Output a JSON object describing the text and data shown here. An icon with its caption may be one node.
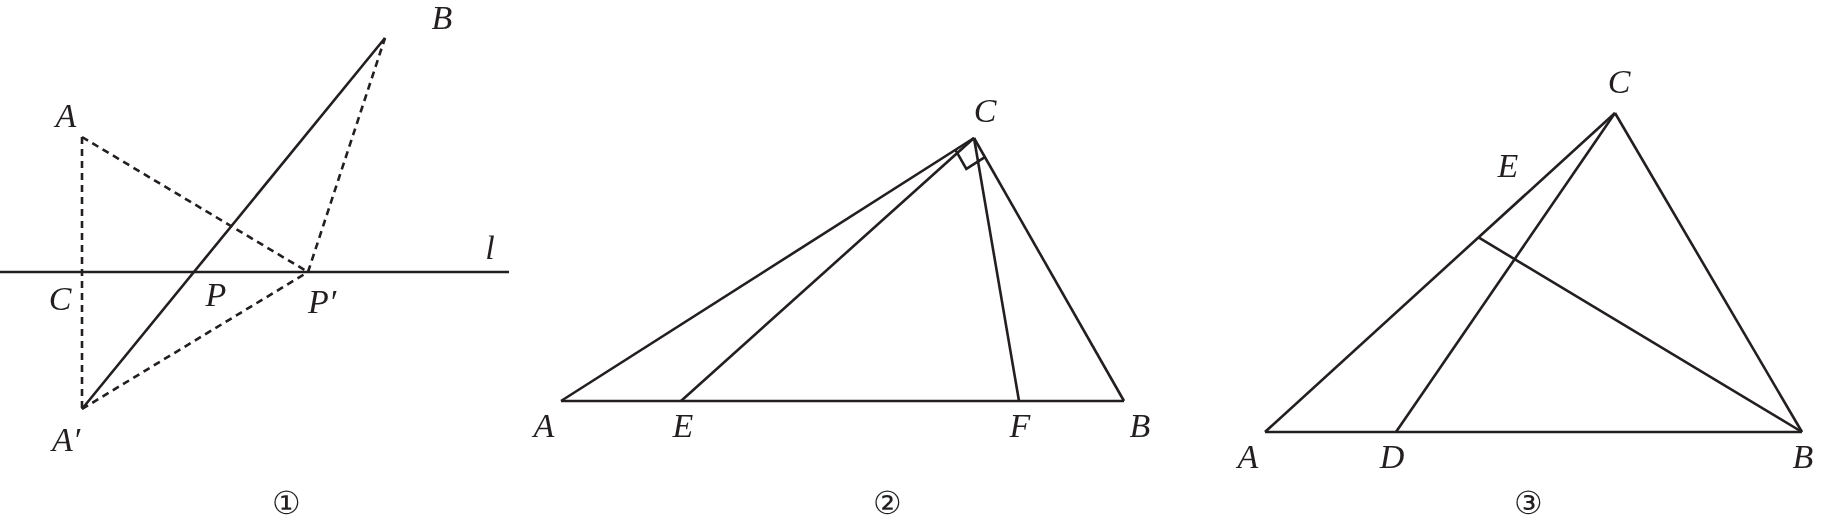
{
  "diagram": {
    "labels": [
      "B",
      "A",
      "l",
      "C",
      "P",
      "P′",
      "A′",
      "①",
      "C",
      "A",
      "E",
      "F",
      "B",
      "②",
      "C",
      "E",
      "A",
      "D",
      "B",
      "③"
    ]
  }
}
